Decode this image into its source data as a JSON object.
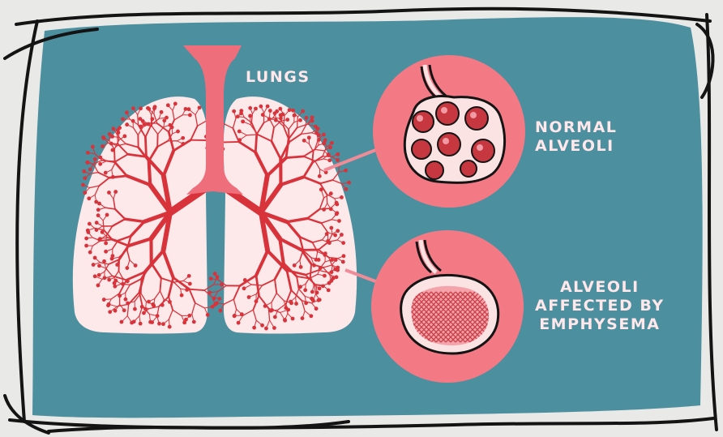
{
  "labels": {
    "lungs": "LUNGS",
    "normal_alveoli": [
      "NORMAL",
      "ALVEOLI"
    ],
    "emphysema_alveoli": [
      "ALVEOLI",
      "AFFECTED BY",
      "EMPHYSEMA"
    ]
  },
  "colors": {
    "background_outer": "#e9e9e7",
    "panel": "#4c8f9e",
    "lung_fill": "#fde8ea",
    "trachea": "#ef6e7b",
    "bronchi": "#d8333a",
    "circle_fill": "#f37a85",
    "alveoli_inner": "#fbe3e4",
    "alveoli_sac": "#c6373f",
    "outline": "#141414"
  }
}
